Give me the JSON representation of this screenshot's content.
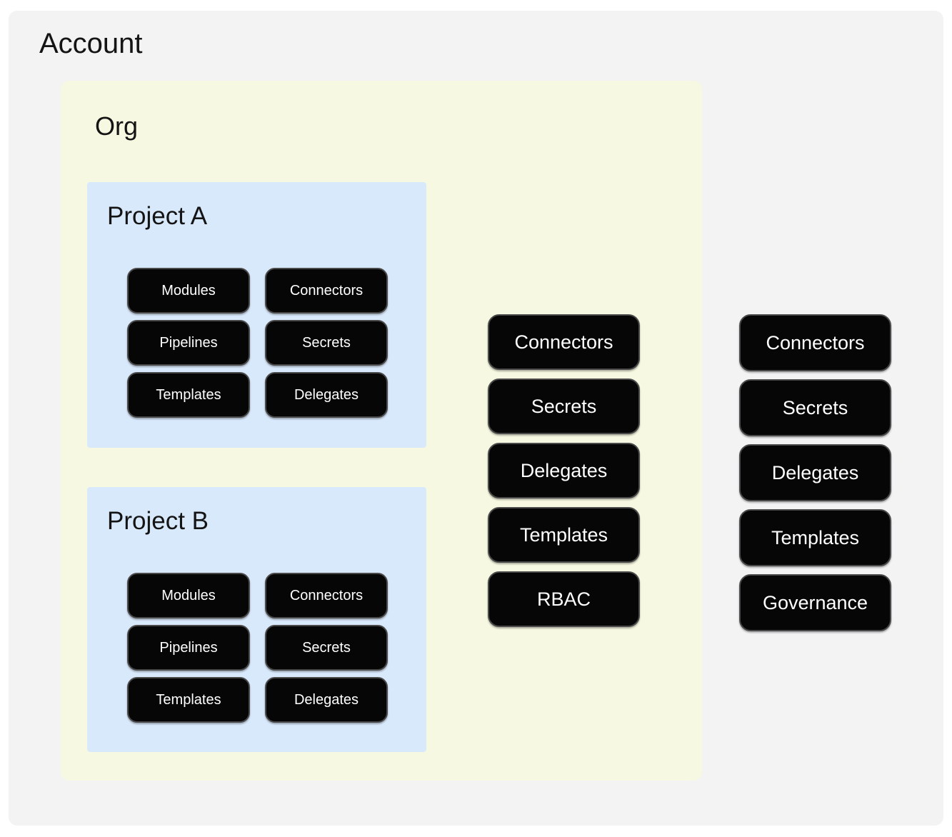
{
  "diagram": {
    "account": {
      "title": "Account",
      "resources": [
        "Connectors",
        "Secrets",
        "Delegates",
        "Templates",
        "Governance"
      ],
      "org": {
        "title": "Org",
        "resources": [
          "Connectors",
          "Secrets",
          "Delegates",
          "Templates",
          "RBAC"
        ],
        "projects": [
          {
            "title": "Project A",
            "resources": [
              "Modules",
              "Connectors",
              "Pipelines",
              "Secrets",
              "Templates",
              "Delegates"
            ]
          },
          {
            "title": "Project B",
            "resources": [
              "Modules",
              "Connectors",
              "Pipelines",
              "Secrets",
              "Templates",
              "Delegates"
            ]
          }
        ]
      }
    }
  },
  "colors": {
    "page_bg": "#ffffff",
    "account_bg": "#f3f3f4",
    "org_bg": "#f7f8e1",
    "project_bg": "#d9e9fc",
    "node_bg": "#060606",
    "node_border": "#4a4a4a",
    "node_text": "#ffffff",
    "title_text": "#141414"
  }
}
